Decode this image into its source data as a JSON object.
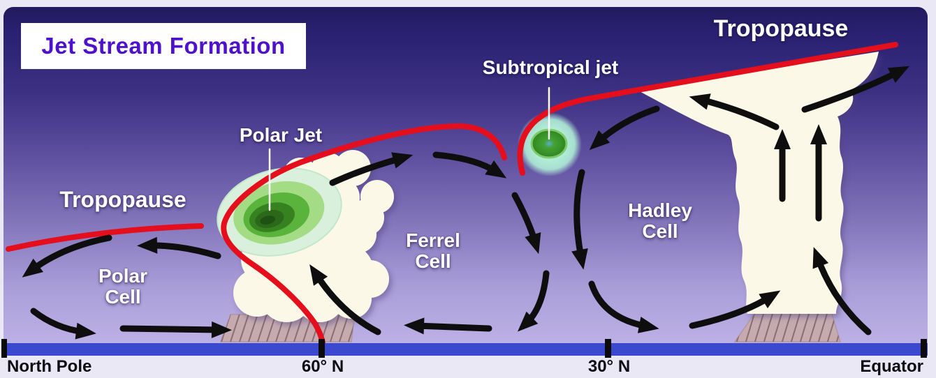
{
  "title": "Jet Stream Formation",
  "diagram_labels": {
    "tropopause_left": "Tropopause",
    "tropopause_right": "Tropopause",
    "polar_jet": "Polar Jet",
    "subtropical_jet": "Subtropical jet",
    "polar_cell": [
      "Polar",
      "Cell"
    ],
    "ferrel_cell": [
      "Ferrel",
      "Cell"
    ],
    "hadley_cell": [
      "Hadley",
      "Cell"
    ]
  },
  "axis_labels": {
    "north_pole": "North Pole",
    "lat_60": "60° N",
    "lat_30": "30° N",
    "equator": "Equator"
  },
  "colors": {
    "tropopause_line": "#e50e1d",
    "title_text": "#4e12cc",
    "surface_bar": "#3b49cf",
    "background_top": "#2a2173",
    "background_bottom": "#c0b5e8",
    "cloud": "#fcf8e7",
    "ground_hatch": "#c5abb0",
    "jet_outer_mint": "#d9f0dd",
    "jet_core_green": "#1e5113",
    "arrow": "#0e0e0e"
  }
}
